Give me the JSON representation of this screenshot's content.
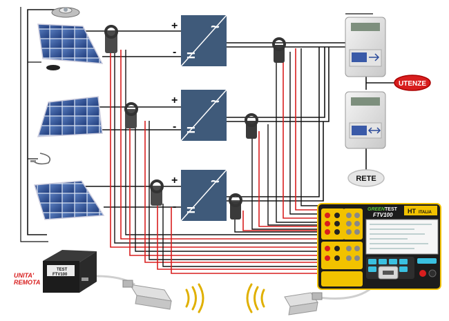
{
  "inverters": [
    {
      "plus": "+",
      "minus": "-",
      "ac_symbol": "~",
      "dc_symbol": "="
    },
    {
      "plus": "+",
      "minus": "-",
      "ac_symbol": "~",
      "dc_symbol": "="
    },
    {
      "plus": "+",
      "minus": "-",
      "ac_symbol": "~",
      "dc_symbol": "="
    }
  ],
  "loads": {
    "utenze": "UTENZE",
    "rete": "RETE"
  },
  "remote_unit": {
    "label_line1": "UNITA'",
    "label_line2": "REMOTA",
    "device_text": "TEST",
    "model": "FTV100"
  },
  "instrument": {
    "brand": "GREEN",
    "test": "TEST",
    "model": "FTV100",
    "maker": "HT",
    "maker_sub": "ITALIA"
  },
  "colors": {
    "inverter": "#3f5a7a",
    "wire_red": "#d81e1e",
    "wire_black": "#111111",
    "badge_red": "#d81e1e",
    "badge_grey": "#e6e6e6",
    "instrument_body": "#1c1c1c",
    "instrument_frame": "#f2c200",
    "signal": "#e0b000"
  }
}
